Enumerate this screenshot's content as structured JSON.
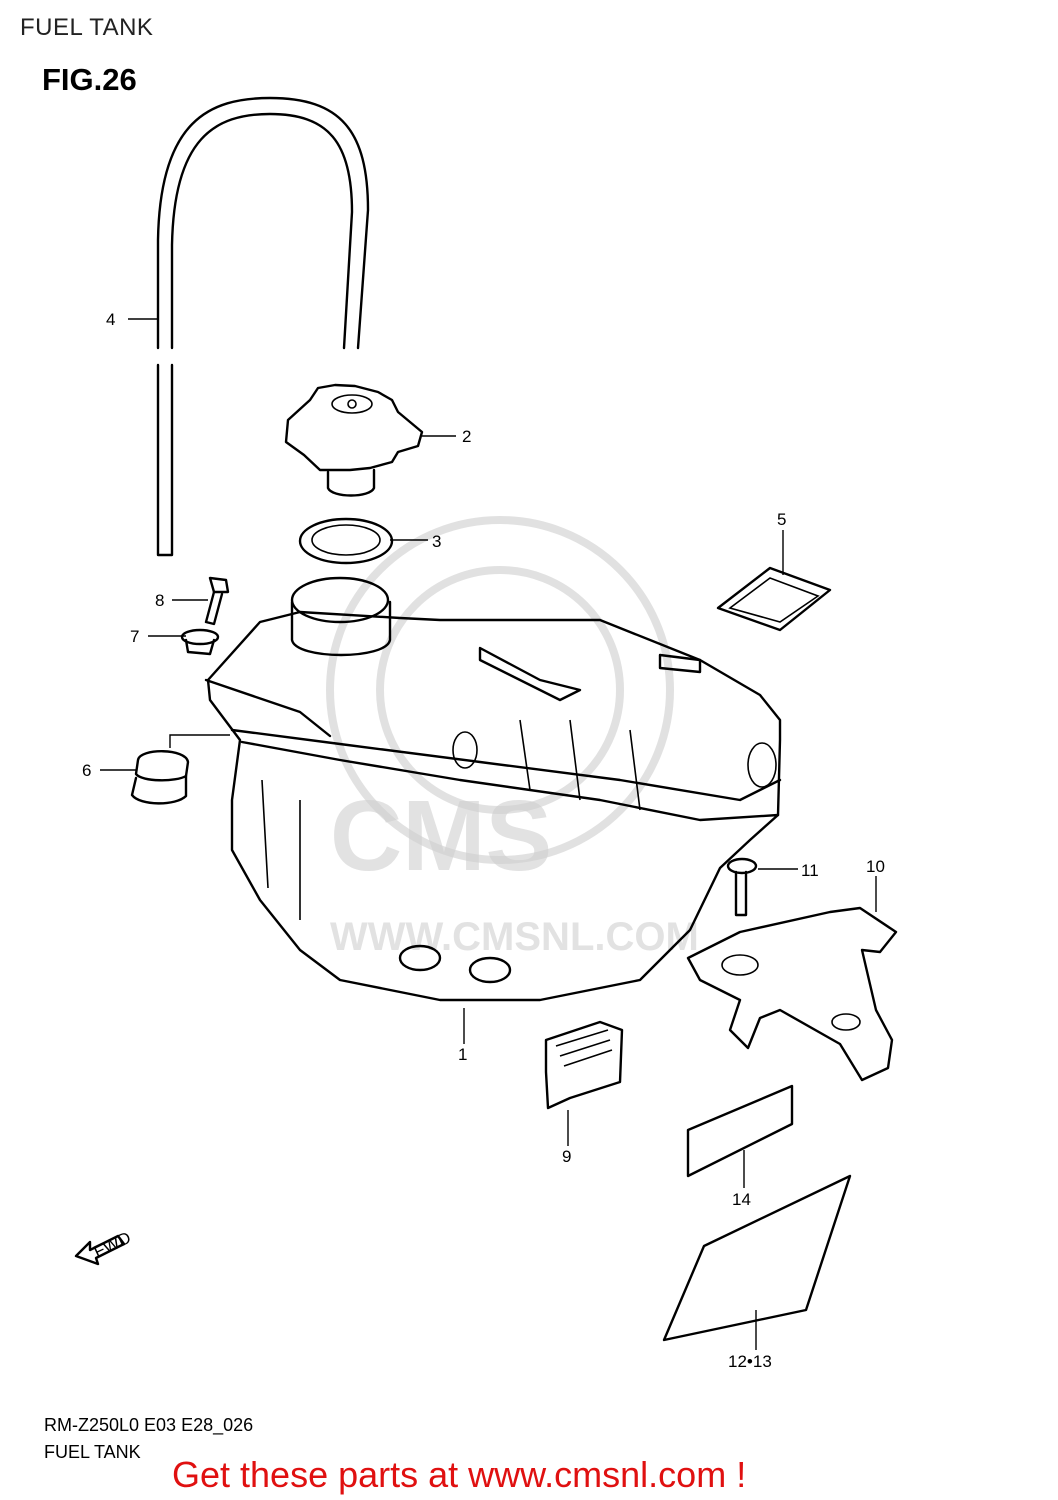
{
  "header": {
    "section_title": "FUEL TANK",
    "figure_label": "FIG.26"
  },
  "watermark": {
    "brand": "CMS",
    "url": "WWW.CMSNL.COM"
  },
  "callouts": [
    {
      "id": "c1",
      "label": "1"
    },
    {
      "id": "c2",
      "label": "2"
    },
    {
      "id": "c3",
      "label": "3"
    },
    {
      "id": "c4",
      "label": "4"
    },
    {
      "id": "c5",
      "label": "5"
    },
    {
      "id": "c6",
      "label": "6"
    },
    {
      "id": "c7",
      "label": "7"
    },
    {
      "id": "c8",
      "label": "8"
    },
    {
      "id": "c9",
      "label": "9"
    },
    {
      "id": "c10",
      "label": "10"
    },
    {
      "id": "c11",
      "label": "11"
    },
    {
      "id": "c14",
      "label": "14"
    },
    {
      "id": "c1213",
      "label": "12•13"
    }
  ],
  "fwd_label": "FWD",
  "footer": {
    "model_code": "RM-Z250L0  E03  E28_026",
    "title": "FUEL TANK",
    "promo": "Get these parts at www.cmsnl.com !"
  },
  "colors": {
    "promo": "#e01010",
    "line": "#000000",
    "watermark": "#c8c8c8"
  }
}
